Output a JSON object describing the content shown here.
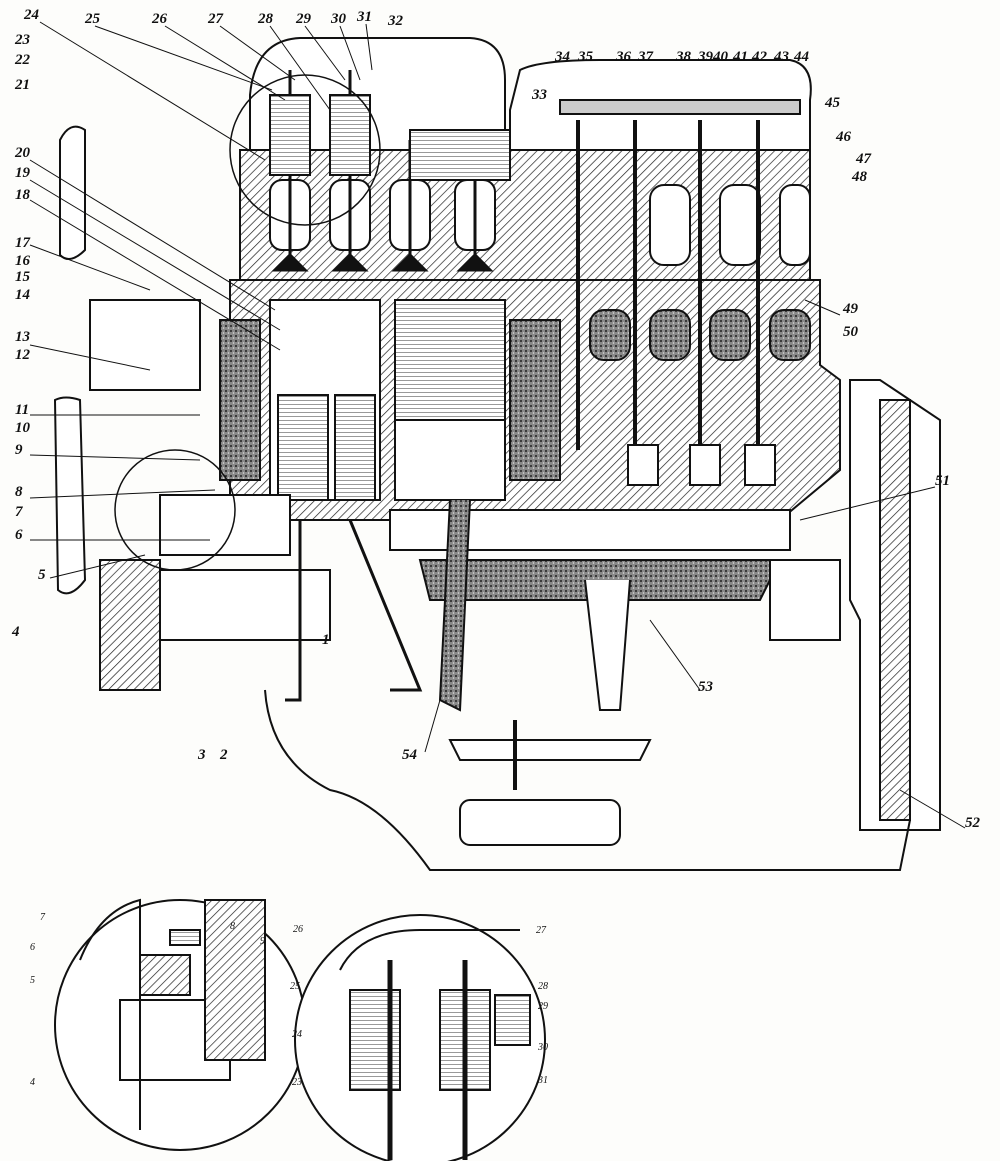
{
  "diagram": {
    "type": "engine-cross-section",
    "main_callouts": [
      "1",
      "2",
      "3",
      "4",
      "5",
      "6",
      "7",
      "8",
      "9",
      "10",
      "11",
      "12",
      "13",
      "14",
      "15",
      "16",
      "17",
      "18",
      "19",
      "20",
      "21",
      "22",
      "23",
      "24",
      "25",
      "26",
      "27",
      "28",
      "29",
      "30",
      "31",
      "32",
      "33",
      "34",
      "35",
      "36",
      "37",
      "38",
      "39",
      "40",
      "41",
      "42",
      "43",
      "44",
      "45",
      "46",
      "47",
      "48",
      "49",
      "50",
      "51",
      "52",
      "53",
      "54"
    ],
    "inset_left_callouts": [
      "4",
      "5",
      "6",
      "7",
      "8",
      "9"
    ],
    "inset_right_callouts": [
      "23",
      "24",
      "25",
      "26",
      "27",
      "28",
      "29",
      "30",
      "31"
    ]
  }
}
